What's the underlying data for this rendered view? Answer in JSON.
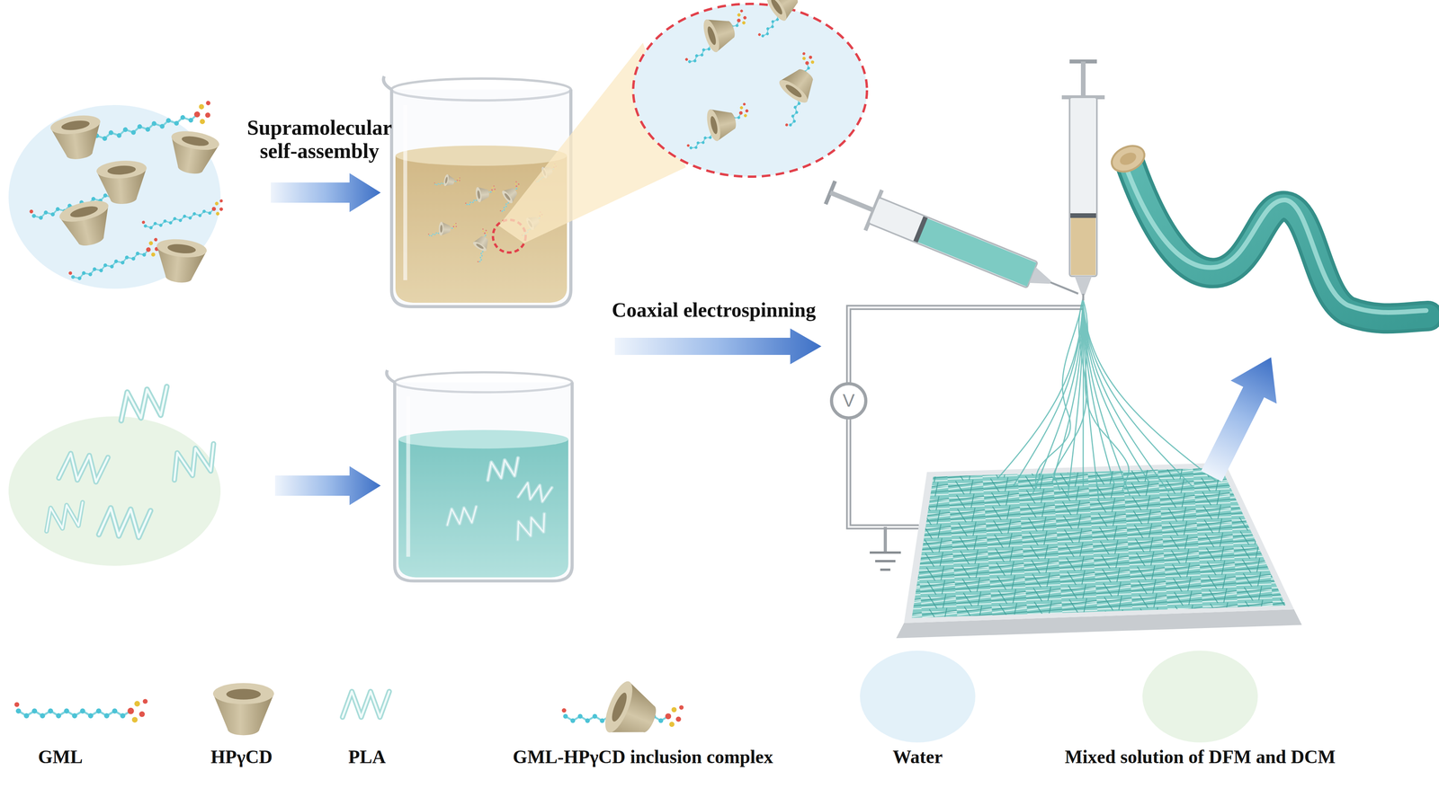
{
  "diagram": {
    "labels": [
      "Supramolecular self-assembly",
      "Coaxial electrospinning",
      "V"
    ],
    "legend": [
      {
        "text": "GML"
      },
      {
        "text": "HPγCD"
      },
      {
        "text": "PLA"
      },
      {
        "text": "GML-HPγCD inclusion complex"
      },
      {
        "text": "Water",
        "color": "#e3f1f9"
      },
      {
        "text": "Mixed solution of DFM and DCM",
        "color": "#e9f4e6"
      }
    ]
  }
}
